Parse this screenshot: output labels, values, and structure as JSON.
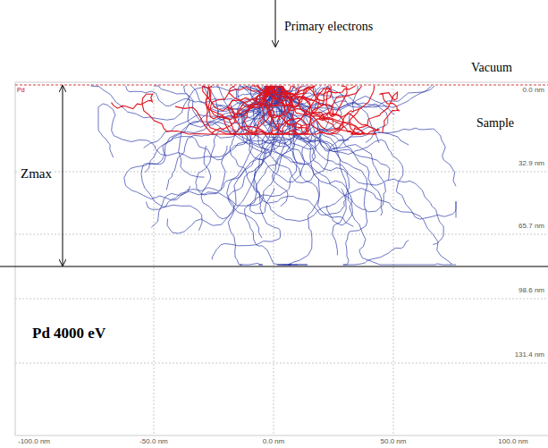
{
  "diagram": {
    "labels": [
      "Primary electrons",
      "Vacuum",
      "Sample",
      "Zmax",
      "Pd",
      "0.0 nm",
      "32.9 nm",
      "65.7 nm",
      "98.6 nm",
      "131.4 nm",
      "Pd 4000 eV",
      "-100.0 nm",
      "-50.0 nm",
      "0.0 nm",
      "50.0 nm",
      "100.0 nm"
    ]
  }
}
